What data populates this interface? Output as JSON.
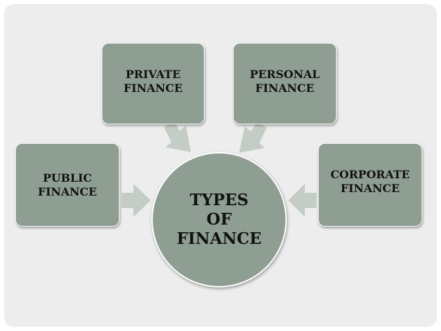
{
  "diagram": {
    "center": {
      "line1": "TYPES",
      "line2": "OF",
      "line3": "FINANCE"
    },
    "public": {
      "line1": "PUBLIC",
      "line2": "FINANCE"
    },
    "private": {
      "line1": "PRIVATE",
      "line2": "FINANCE"
    },
    "personal": {
      "line1": "PERSONAL",
      "line2": "FINANCE"
    },
    "corporate": {
      "line1": "CORPORATE",
      "line2": "FINANCE"
    }
  },
  "colors": {
    "box_fill": "#8f9e93",
    "arrow_fill": "#c4ccc6",
    "slide_background": "#ededed"
  }
}
